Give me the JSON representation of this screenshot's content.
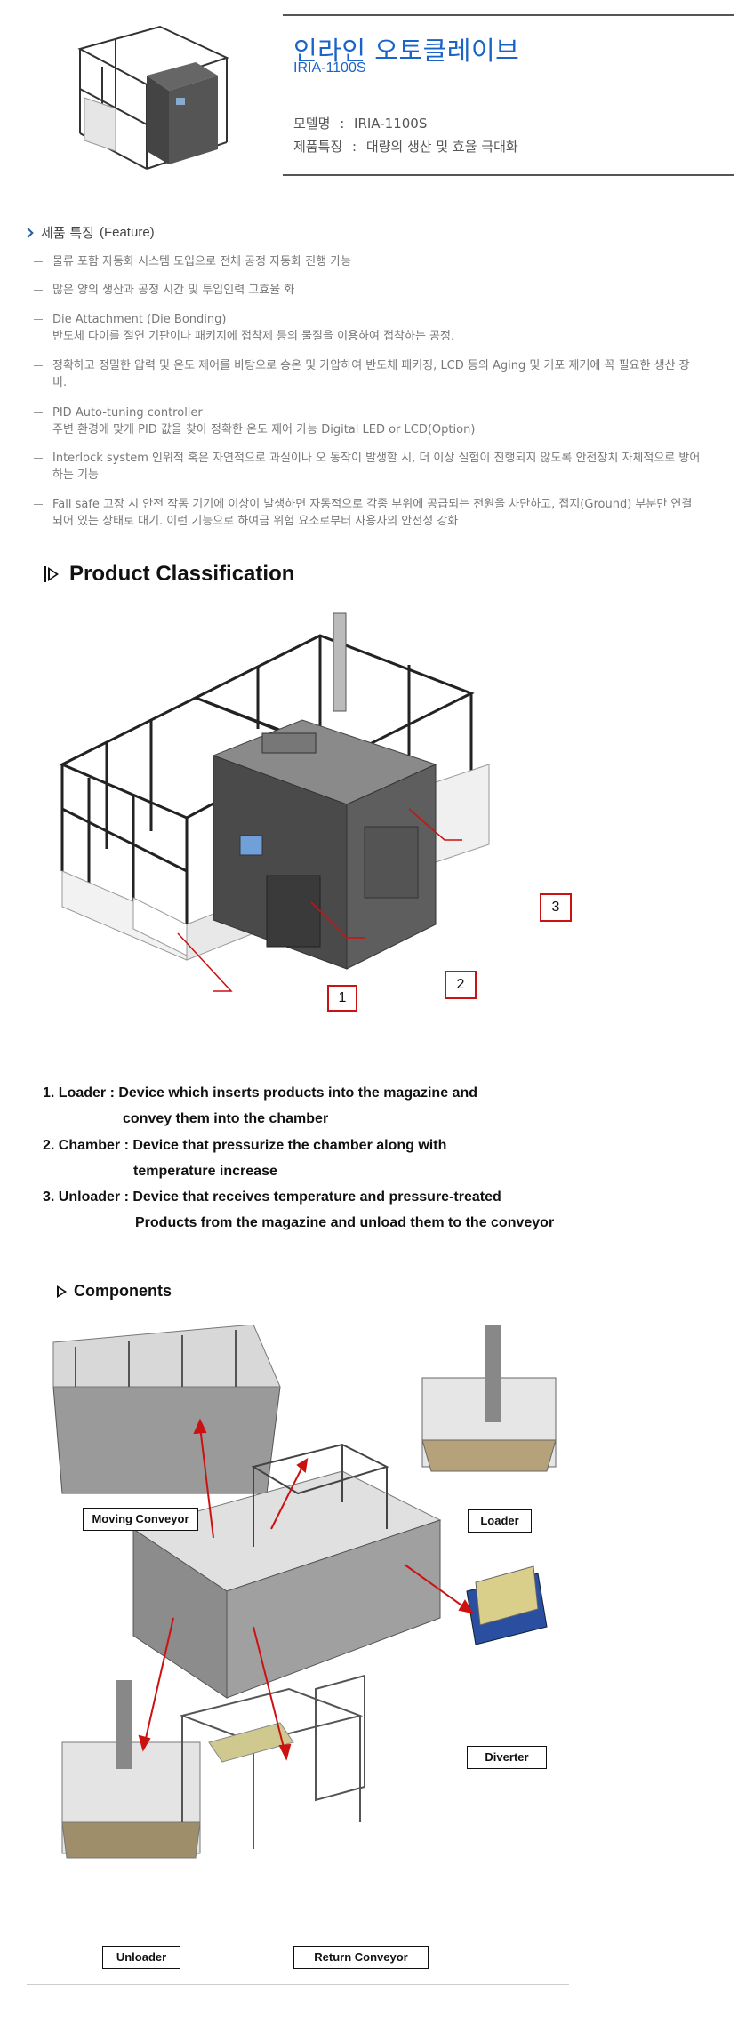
{
  "product": {
    "title": "인라인 오토클레이브",
    "model_sub": "IRIA-1100S",
    "specs": [
      {
        "label": "모델명",
        "sep": ":",
        "value": "IRIA-1100S"
      },
      {
        "label": "제품특징",
        "sep": ":",
        "value": "대량의 생산 및 효율 극대화"
      }
    ]
  },
  "feature": {
    "heading_ko": "제품 특징",
    "heading_en": "(Feature)",
    "items": [
      "물류 포함 자동화 시스템 도입으로 전체 공정 자동화 진행 가능",
      "많은 양의 생산과 공정 시간 및 투입인력 고효율 화",
      "Die Attachment (Die Bonding)",
      "반도체 다이를 절연 기판이나 패키지에 접착제 등의 물질을 이용하여 접착하는 공정.",
      "정확하고 정밀한 압력 및 온도 제어를 바탕으로 승온 및 가압하여 반도체 패키징, LCD 등의 Aging 및 기포 제거에 꼭 필요한 생산 장",
      "비.",
      "PID Auto-tuning controller",
      "주변 환경에 맞게 PID 값을 찾아 정확한 온도 제어 가능 Digital LED or LCD(Option)",
      "Interlock system 인위적 혹은 자연적으로 과실이나 오 동작이 발생할 시, 더 이상 실험이 진행되지 않도록 안전장치 자체적으로 방어",
      "하는 기능",
      "Fall safe 고장 시 안전 작동 기기에 이상이 발생하면 자동적으로 각종 부위에 공급되는 전원을 차단하고, 접지(Ground) 부분만 연결",
      "되어 있는 상태로 대기. 이런 기능으로 하여금 위험 요소로부터 사용자의 안전성 강화"
    ]
  },
  "classification": {
    "heading": "Product Classification",
    "callouts": [
      "1",
      "2",
      "3"
    ],
    "descriptions": [
      "1. Loader : Device which inserts products into the magazine and",
      "convey them into the chamber",
      "2. Chamber : Device that pressurize the chamber along with",
      "temperature increase",
      "3. Unloader : Device that receives temperature and pressure-treated",
      "Products from the magazine and unload them to the conveyor"
    ]
  },
  "components": {
    "heading": "Components",
    "labels": {
      "moving_conveyor": "Moving Conveyor",
      "loader": "Loader",
      "diverter": "Diverter",
      "unloader": "Unloader",
      "return_conveyor": "Return Conveyor"
    }
  },
  "colors": {
    "title_blue": "#1a64c8",
    "accent_red": "#cc1111",
    "machine_gray": "#555555"
  }
}
